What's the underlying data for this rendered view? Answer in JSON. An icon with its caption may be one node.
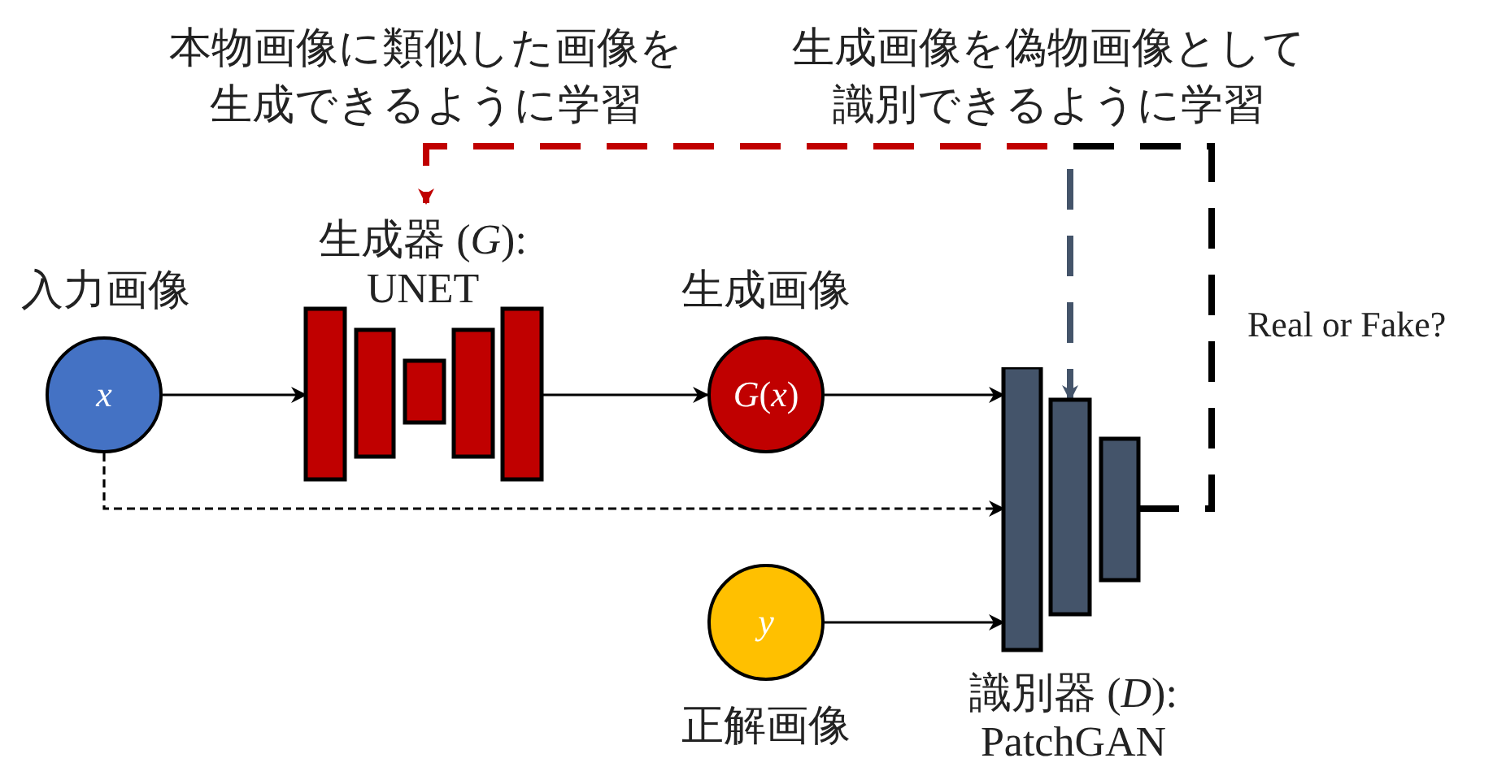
{
  "diagram": {
    "nodes": [
      {
        "text": [
          "x"
        ],
        "beside": [
          "入力画像"
        ]
      },
      {
        "text": [
          "生成器 (*G*): UNET"
        ]
      },
      {
        "text": [
          "*G*(*x*)"
        ],
        "beside": [
          "生成画像"
        ]
      },
      {
        "text": [
          "y"
        ],
        "beside": [
          "正解画像"
        ]
      },
      {
        "text": [
          "識別器 (*D*): PatchGAN"
        ]
      }
    ],
    "edges": [
      {
        "from": 0,
        "to": 1,
        "arrow": "to"
      },
      {
        "from": 1,
        "to": 2,
        "arrow": "to"
      },
      {
        "from": 2,
        "to": 4,
        "arrow": "to"
      },
      {
        "from": 0,
        "to": 4,
        "arrow": "to",
        "style": "dashed"
      },
      {
        "from": 3,
        "to": 4,
        "arrow": "to"
      },
      {
        "from": 4,
        "to": 1,
        "arrow": "to",
        "style": "dashed",
        "color": "#c00000"
      },
      {
        "from": 4,
        "to": 4,
        "arrow": "to",
        "style": "dashed",
        "color": "#44546a"
      }
    ],
    "labels": [
      "本物画像に類似した画像を生成できるように学習",
      "生成画像を偽物画像として識別できるように学習",
      "Real or Fake?"
    ]
  }
}
